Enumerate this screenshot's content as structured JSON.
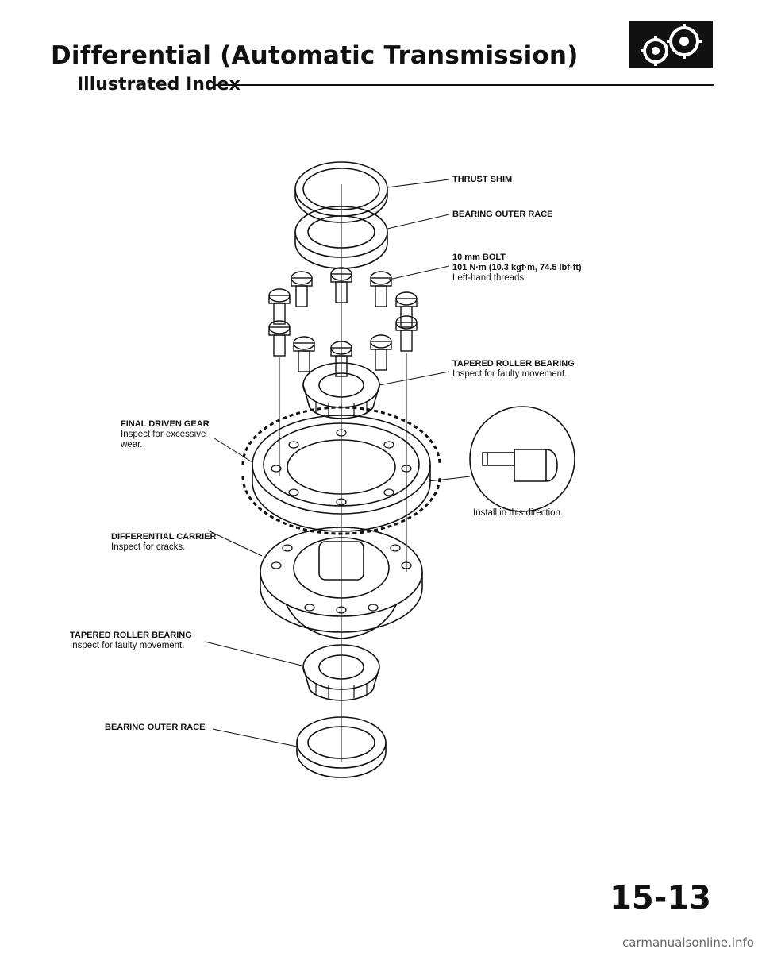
{
  "header": {
    "title": "Differential (Automatic Transmission)",
    "subtitle": "Illustrated Index",
    "section_logo_icon": "gear-train-icon"
  },
  "labels": {
    "thrust_shim": {
      "name": "THRUST SHIM"
    },
    "bearing_outer_race_top": {
      "name": "BEARING OUTER RACE"
    },
    "bolt": {
      "name": "10 mm BOLT",
      "spec": "101 N·m (10.3 kgf·m, 74.5 lbf·ft)",
      "note": "Left-hand threads"
    },
    "tapered_roller_bearing_top": {
      "name": "TAPERED ROLLER BEARING",
      "note": "Inspect for faulty movement."
    },
    "final_driven_gear": {
      "name": "FINAL DRIVEN GEAR",
      "note1": "Inspect for excessive",
      "note2": "wear."
    },
    "install_direction": {
      "note": "Install in this direction."
    },
    "differential_carrier": {
      "name": "DIFFERENTIAL CARRIER",
      "note": "Inspect for cracks."
    },
    "tapered_roller_bearing_bottom": {
      "name": "TAPERED ROLLER BEARING",
      "note": "Inspect for faulty movement."
    },
    "bearing_outer_race_bottom": {
      "name": "BEARING OUTER RACE"
    }
  },
  "page_number": "15-13",
  "footer": "carmanualsonline.info"
}
